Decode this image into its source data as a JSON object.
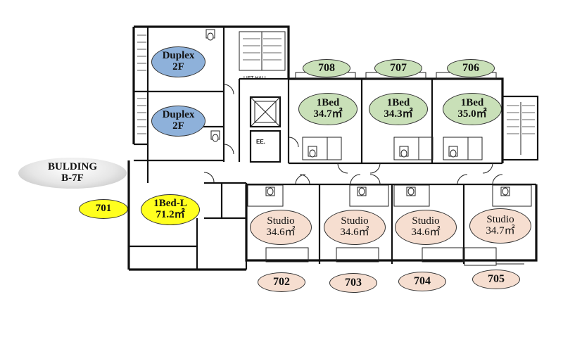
{
  "building": {
    "line1": "BULDING",
    "line2": "B-7F"
  },
  "room_labels": {
    "lift_hall": "LIFT HALL",
    "ee": "EE."
  },
  "units": {
    "duplex_upper": {
      "line1": "Duplex",
      "line2": "2F"
    },
    "duplex_lower": {
      "line1": "Duplex",
      "line2": "2F"
    },
    "u701": {
      "number": "701",
      "type": "1Bed-L",
      "area": "71.2㎡"
    },
    "u702": {
      "number": "702",
      "type": "Studio",
      "area": "34.6㎡"
    },
    "u703": {
      "number": "703",
      "type": "Studio",
      "area": "34.6㎡"
    },
    "u704": {
      "number": "704",
      "type": "Studio",
      "area": "34.6㎡"
    },
    "u705": {
      "number": "705",
      "type": "Studio",
      "area": "34.7㎡"
    },
    "u706": {
      "number": "706",
      "type": "1Bed",
      "area": "35.0㎡"
    },
    "u707": {
      "number": "707",
      "type": "1Bed",
      "area": "34.3㎡"
    },
    "u708": {
      "number": "708",
      "type": "1Bed",
      "area": "34.7㎡"
    }
  },
  "colors": {
    "duplex": "#8eb1da",
    "one_bed": "#c9e0b8",
    "studio": "#f6ded0",
    "one_bed_l": "#ffff1f",
    "building_tag": "#e6e6e6"
  }
}
